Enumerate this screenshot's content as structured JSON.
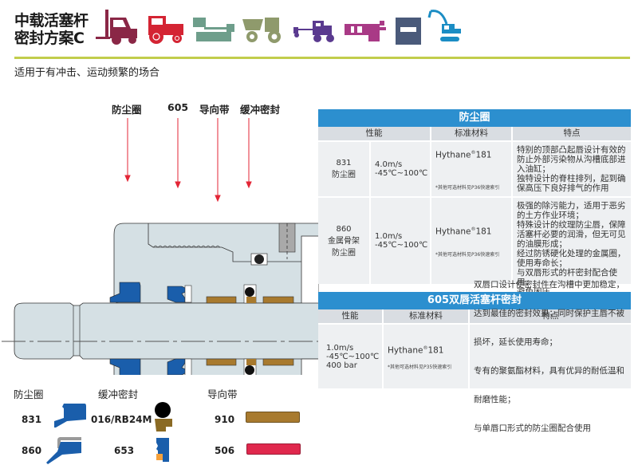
{
  "header": {
    "title_line1": "中载活塞杆",
    "title_line2": "密封方案C",
    "equipment_icons": [
      "forklift-icon",
      "tractor-icon",
      "platform-icon",
      "dumper-icon",
      "loader-icon",
      "injection-machine-icon",
      "press-icon",
      "excavator-icon"
    ],
    "subtitle": "适用于有冲击、运动频繁的场合",
    "accent_color": "#c2cd4c"
  },
  "diagram": {
    "callouts": [
      "防尘圈",
      "605",
      "导向带",
      "缓冲密封"
    ],
    "colors": {
      "housing": "#d5e0e4",
      "wiper": "#1a5eab",
      "guide_ring": "#a87a2e",
      "buffer_oring": "#111111",
      "arrow": "#e32636"
    }
  },
  "wiper_table": {
    "title": "防尘圈",
    "columns": [
      "性能",
      "标准材料",
      "特点"
    ],
    "rows": [
      {
        "code": "831",
        "name": "防尘圈",
        "perf": [
          "4.0m/s",
          "-45℃~100℃"
        ],
        "material": "Hythane",
        "material_reg": "®",
        "material_num": "181",
        "material_note": "*其他可选材料见P36快速索引",
        "features": [
          "特别的顶部凸起唇设计有效的",
          "防止外部污染物从沟槽底部进",
          "入油缸；",
          "独特设计的脊柱排列，起到确",
          "保高压下良好排气的作用"
        ]
      },
      {
        "code": "860",
        "name": "金属骨架\n防尘圈",
        "name_lines": [
          "金属骨架",
          "防尘圈"
        ],
        "perf": [
          "1.0m/s",
          "-45℃~100℃"
        ],
        "material": "Hythane",
        "material_reg": "®",
        "material_num": "181",
        "material_note": "*其他可选材料见P36快速索引",
        "features": [
          "极强的除污能力，适用于恶劣",
          "的土方作业环境；",
          "特殊设计的纹理防尘唇，保障",
          "活塞杆必要的润滑，但无可见",
          "的油膜形成；",
          "经过防锈硬化处理的金属圈，",
          "使用寿命长；",
          "与双唇形式的杆密封配合使用，",
          "避免困压"
        ]
      }
    ]
  },
  "rod_seal_table": {
    "title": "605双唇活塞杆密封",
    "columns": [
      "性能",
      "标准材料",
      "特点"
    ],
    "row": {
      "perf": [
        "1.0m/s",
        "-45℃~100℃",
        "400 bar"
      ],
      "material": "Hythane",
      "material_reg": "®",
      "material_num": "181",
      "material_note": "*其他可选材料见P35快速索引",
      "features": [
        "双唇口设计使密封件在沟槽中更加稳定，",
        "达到最佳的密封效果；同时保护主唇不被",
        "损坏，延长使用寿命；",
        "专有的聚氨酯材料，具有优异的耐低温和",
        "耐磨性能；",
        "与单唇口形式的防尘圈配合使用"
      ]
    }
  },
  "legend": {
    "groups": [
      {
        "title": "防尘圈",
        "items": [
          "831",
          "860"
        ]
      },
      {
        "title": "缓冲密封",
        "items": [
          "016/RB24M",
          "653"
        ]
      },
      {
        "title": "导向带",
        "items": [
          "910",
          "506"
        ]
      }
    ],
    "colors": {
      "wiper_blue": "#1a5eab",
      "metal_gray": "#9a9a9a",
      "bronze": "#a87a2e",
      "red": "#e0284d",
      "orange": "#f5a13c"
    }
  }
}
